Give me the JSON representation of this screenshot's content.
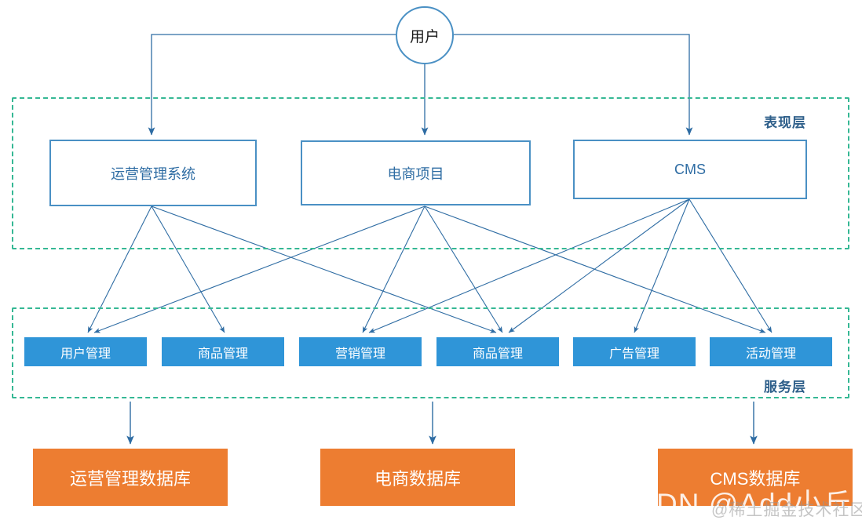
{
  "diagram": {
    "actor": {
      "label": "用户"
    },
    "layers": [
      {
        "name": "presentation",
        "label": "表现层"
      },
      {
        "name": "service",
        "label": "服务层"
      }
    ],
    "presentation_nodes": [
      {
        "label": "运营管理系统"
      },
      {
        "label": "电商项目"
      },
      {
        "label": "CMS"
      }
    ],
    "service_nodes": [
      {
        "label": "用户管理"
      },
      {
        "label": "商品管理"
      },
      {
        "label": "营销管理"
      },
      {
        "label": "商品管理"
      },
      {
        "label": "广告管理"
      },
      {
        "label": "活动管理"
      }
    ],
    "database_nodes": [
      {
        "label": "运营管理数据库"
      },
      {
        "label": "电商数据库"
      },
      {
        "label": "CMS数据库"
      }
    ],
    "watermarks": [
      {
        "text": "DN @Add小丘"
      },
      {
        "text": "@稀土掘金技术社区"
      }
    ],
    "colors": {
      "layer_border": "#35b894",
      "layer_label": "#2e5f8a",
      "presentation_border": "#4a90c4",
      "presentation_text": "#2e6ca3",
      "service_fill": "#2f95d8",
      "database_fill": "#ed7d31",
      "edge": "#2e6ca3",
      "background": "#ffffff"
    }
  }
}
